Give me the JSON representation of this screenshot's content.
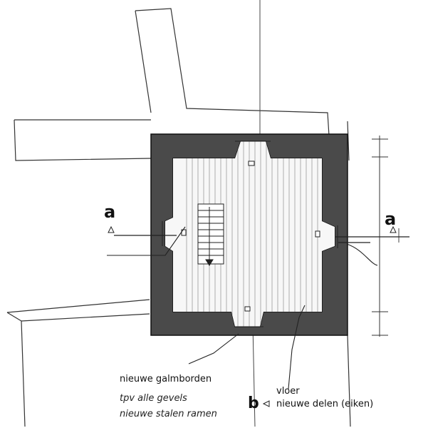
{
  "labels": {
    "section_a": "a",
    "section_b": "b",
    "galmborden": "nieuwe galmborden",
    "gevels": "tpv alle gevels",
    "ramen": "nieuwe stalen ramen",
    "vloer": "vloer",
    "delen": "nieuwe delen (eiken)"
  },
  "colors": {
    "wall": "#4a4a4a",
    "line": "#222222",
    "floor_hatch": "#9a9a9a"
  }
}
